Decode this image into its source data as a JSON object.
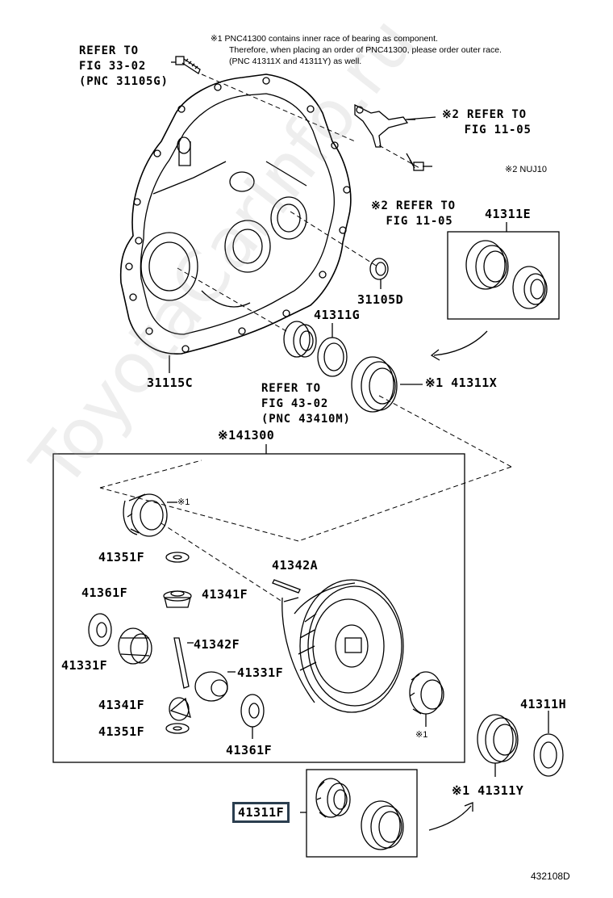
{
  "notes": {
    "line1": "※1 PNC41300 contains inner race of bearing as component.",
    "line2": "Therefore, when placing an order of PNC41300, please order outer race.",
    "line3": "(PNC 41311X and 41311Y) as well."
  },
  "refs": {
    "fig33": "REFER TO\nFIG 33-02\n(PNC 31105G)",
    "fig11a": "※2 REFER TO\n   FIG 11-05",
    "fig11b": "※2 REFER TO\n  FIG 11-05",
    "fig43": "REFER TO\nFIG 43-02\n(PNC 43410M)"
  },
  "model_note": "※2  NUJ10",
  "parts": {
    "p41311E": "41311E",
    "p31105D": "31105D",
    "p41311G": "41311G",
    "p31115C": "31115C",
    "p41311X": "※1 41311X",
    "p41300": "※141300",
    "p41351F_a": "41351F",
    "p41342A": "41342A",
    "p41361F_a": "41361F",
    "p41341F_a": "41341F",
    "p41342F": "41342F",
    "p41331F_a": "41331F",
    "p41331F_b": "41331F",
    "p41341F_b": "41341F",
    "p41351F_b": "41351F",
    "p41361F_b": "41361F",
    "p41311H": "41311H",
    "p41311Y": "※1 41311Y",
    "p41311F": "41311F"
  },
  "marks": {
    "m1a": "※1",
    "m1b": "※1"
  },
  "diagram_id": "432108D",
  "watermark": "ToyotaCarInfo.ru"
}
